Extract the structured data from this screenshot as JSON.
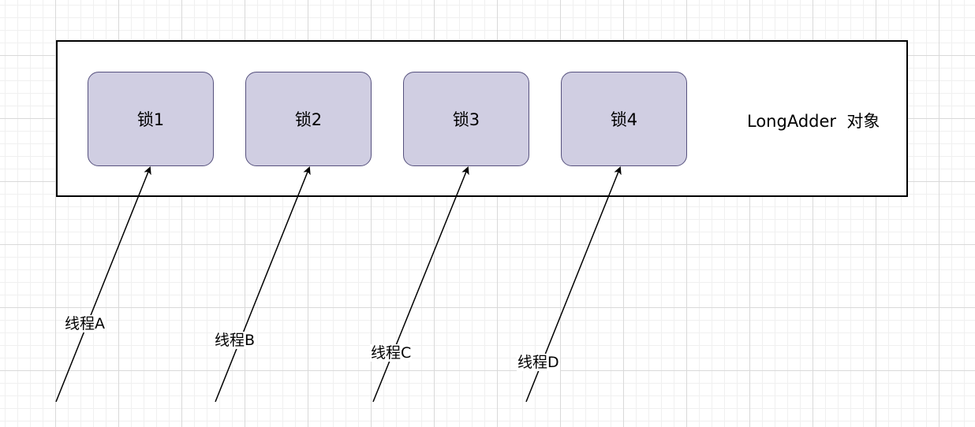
{
  "object_label": "LongAdder  对象",
  "locks": [
    {
      "label": "锁1"
    },
    {
      "label": "锁2"
    },
    {
      "label": "锁3"
    },
    {
      "label": "锁4"
    }
  ],
  "threads": [
    {
      "label": "线程A",
      "target_lock": "锁1"
    },
    {
      "label": "线程B",
      "target_lock": "锁2"
    },
    {
      "label": "线程C",
      "target_lock": "锁3"
    },
    {
      "label": "线程D",
      "target_lock": "锁4"
    }
  ],
  "colors": {
    "lock_fill": "#d0cee2",
    "lock_border": "#56517e",
    "container_border": "#000000",
    "arrow": "#000000"
  }
}
